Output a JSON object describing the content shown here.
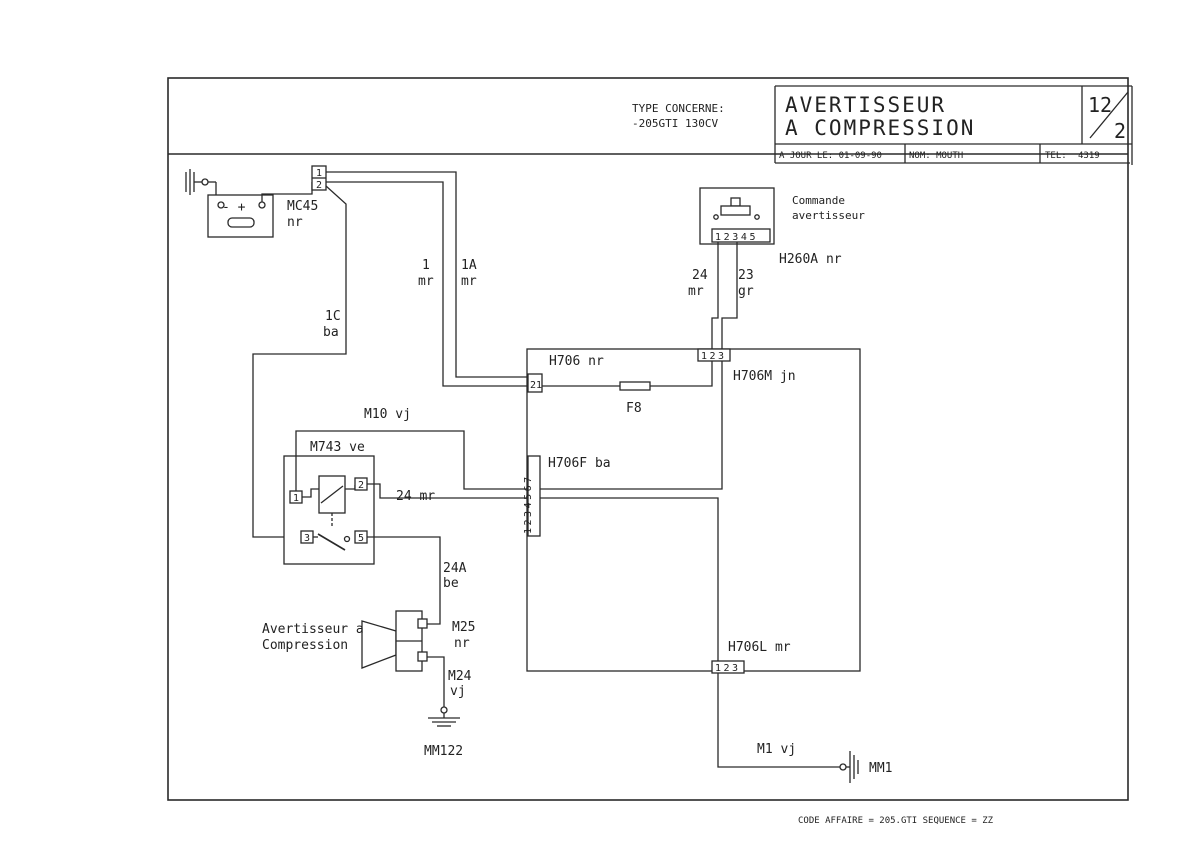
{
  "header": {
    "type_label": "TYPE CONCERNE:",
    "type_value": "-205GTI 130CV",
    "title_line1": "AVERTISSEUR",
    "title_line2": "A  COMPRESSION",
    "page_num": "12",
    "page_den": "2",
    "date": "A JOUR LE:  01-09-90",
    "name": "NOM: MOUTH",
    "tel_label": "TEL:",
    "tel_value": "4319"
  },
  "components": {
    "mc45_name": "MC45",
    "mc45_color": "nr",
    "battery_polarity": "-   +",
    "commande_line1": "Commande",
    "commande_line2": "avertisseur",
    "h260a": "H260A nr",
    "h706": "H706 nr",
    "h706m": "H706M jn",
    "h706f": "H706F ba",
    "h706l": "H706L mr",
    "f8": "F8",
    "m743": "M743 ve",
    "horn_line1": "Avertisseur a",
    "horn_line2": "Compression",
    "m25": "M25",
    "m25_color": "nr",
    "m24": "M24",
    "m24_color": "vj",
    "mm122": "MM122",
    "mm1": "MM1"
  },
  "wires": {
    "w1": "1",
    "w1_color": "mr",
    "w1a": "1A",
    "w1a_color": "mr",
    "w1c": "1C",
    "w1c_color": "ba",
    "w24": "24",
    "w24_color": "mr",
    "w23": "23",
    "w23_color": "gr",
    "m10": "M10 vj",
    "w24mr": "24 mr",
    "w24a": "24A",
    "w24a_color": "be",
    "m1": "M1 vj"
  },
  "pins": {
    "p1": "1",
    "p2": "2",
    "p3": "3",
    "p4": "4",
    "p5": "5",
    "p6": "6",
    "p7": "7",
    "c12345": "12345"
  },
  "footer": {
    "code": "CODE AFFAIRE = 205.GTI SEQUENCE = ZZ"
  }
}
